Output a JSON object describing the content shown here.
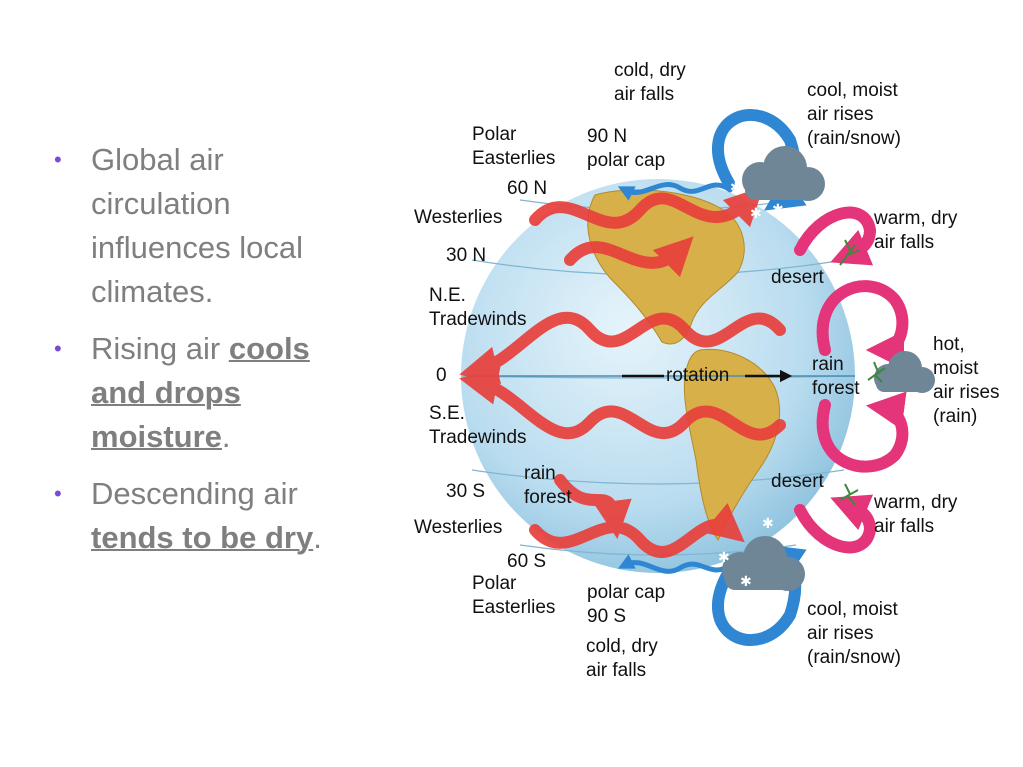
{
  "bullets": [
    {
      "text_before": "Global air circulation influences local climates.",
      "emphasis": "",
      "text_after": ""
    },
    {
      "text_before": "Rising air ",
      "emphasis": "cools and drops moisture",
      "text_after": "."
    },
    {
      "text_before": "Descending air ",
      "emphasis": "tends to be dry",
      "text_after": "."
    }
  ],
  "bullet_symbol": "•",
  "colors": {
    "bullet_text": "#7f7f7f",
    "bullet_marker": "#7b4ad6",
    "globe": "#b9dcef",
    "land": "#d8b04a",
    "red_wind": "#e8403b",
    "pink_cell": "#e4347a",
    "blue_cell": "#2f86d3",
    "cloud": "#6f8696"
  },
  "diagram": {
    "labels": {
      "cold_dry_top": "cold, dry\nair falls",
      "cool_moist_top": "cool, moist\nair rises\n(rain/snow)",
      "polar_easterlies_n": "Polar\nEasterlies",
      "north_pole": "90 N\npolar cap",
      "lat_60n": "60 N",
      "westerlies_n": "Westerlies",
      "warm_dry_n": "warm, dry\nair falls",
      "lat_30n": "30 N",
      "desert_n": "desert",
      "ne_tradewinds": "N.E.\nTradewinds",
      "hot_moist": "hot,\nmoist\nair rises\n(rain)",
      "equator": "0",
      "rotation": "rotation",
      "rain_forest_e": "rain\nforest",
      "se_tradewinds": "S.E.\nTradewinds",
      "rain_forest_s": "rain\nforest",
      "desert_s": "desert",
      "lat_30s": "30 S",
      "warm_dry_s": "warm, dry\nair falls",
      "westerlies_s": "Westerlies",
      "lat_60s": "60 S",
      "polar_easterlies_s": "Polar\nEasterlies",
      "south_pole": "polar cap\n90 S",
      "cool_moist_bottom": "cool, moist\nair rises\n(rain/snow)",
      "cold_dry_bottom": "cold, dry\nair falls"
    }
  }
}
